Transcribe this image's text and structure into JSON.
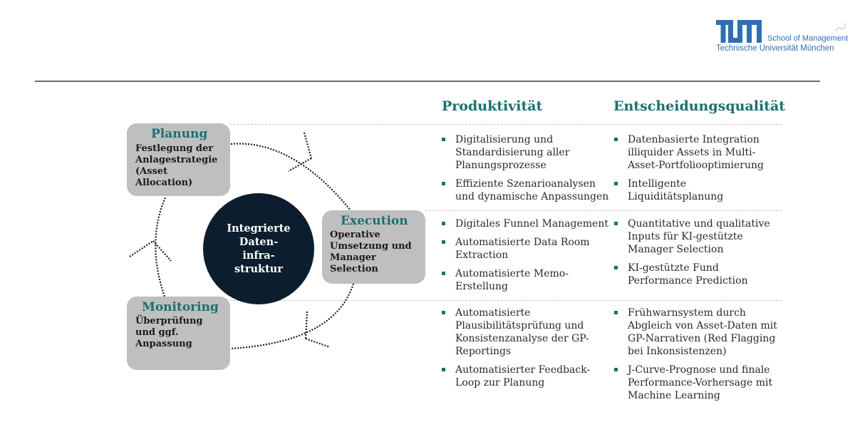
{
  "header": {
    "logo_letters": "TUM",
    "school": "School of Management",
    "university": "Technische Universität München",
    "brand_color": "#2f6fb1"
  },
  "accent_color": "#1b7070",
  "cycle": {
    "core": {
      "lines": [
        "Integrierte",
        "Daten-",
        "infra-",
        "struktur"
      ]
    },
    "phases": [
      {
        "title": "Planung",
        "lines": [
          "Festlegung der",
          "Anlagestrategie",
          "(Asset",
          "Allocation)"
        ]
      },
      {
        "title": "Execution",
        "lines": [
          "Operative",
          "Umsetzung und",
          "Manager",
          "Selection"
        ]
      },
      {
        "title": "Monitoring",
        "lines": [
          "Überprüfung",
          "und ggf.",
          "Anpassung"
        ]
      }
    ]
  },
  "columns": {
    "productivity": "Produktivität",
    "decision_quality": "Entscheidungsqualität"
  },
  "rows": [
    {
      "phase": "Planung",
      "productivity": [
        "Digitalisierung und Standardisierung aller Planungsprozesse",
        "Effiziente Szenarioanalysen und dynamische Anpassungen"
      ],
      "decision_quality": [
        "Datenbasierte Integration illiquider Assets in Multi-Asset-Portfoliooptimierung",
        "Intelligente Liquiditätsplanung"
      ]
    },
    {
      "phase": "Execution",
      "productivity": [
        "Digitales Funnel Management",
        "Automatisierte Data Room Extraction",
        "Automatisierte Memo-Erstellung"
      ],
      "decision_quality": [
        "Quantitative und qualitative Inputs für KI-gestützte Manager Selection",
        "KI-gestützte Fund Performance Prediction"
      ]
    },
    {
      "phase": "Monitoring",
      "productivity": [
        "Automatisierte Plausibilitätsprüfung und Konsistenzanalyse der GP-Reportings",
        "Automatisierter Feedback-Loop zur Planung"
      ],
      "decision_quality": [
        "Frühwarnsystem durch Abgleich von Asset-Daten mit GP-Narrativen (Red Flagging bei Inkonsistenzen)",
        "J-Curve-Prognose und finale Performance-Vorhersage mit Machine Learning"
      ]
    }
  ]
}
